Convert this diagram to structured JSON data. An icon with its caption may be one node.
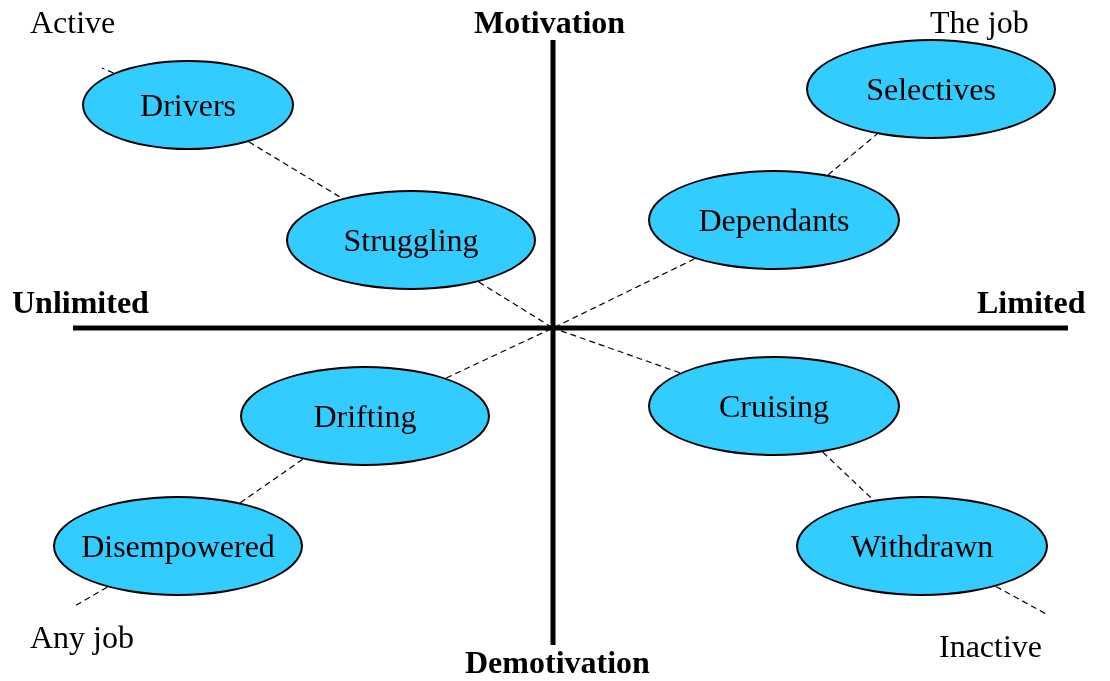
{
  "diagram": {
    "nodes": [
      {
        "text": [
          "Drivers"
        ]
      },
      {
        "text": [
          "Struggling"
        ]
      },
      {
        "text": [
          "Selectives"
        ]
      },
      {
        "text": [
          "Dependants"
        ]
      },
      {
        "text": [
          "Drifting"
        ]
      },
      {
        "text": [
          "Disempowered"
        ]
      },
      {
        "text": [
          "Cruising"
        ]
      },
      {
        "text": [
          "Withdrawn"
        ]
      }
    ],
    "edges": [
      {
        "from": 0,
        "to": 1,
        "arrow": "none",
        "style": "dashed"
      },
      {
        "from": 1,
        "to": null,
        "arrow": "none",
        "style": "dashed"
      },
      {
        "from": 0,
        "to": null,
        "arrow": "none",
        "style": "dashed"
      },
      {
        "from": 3,
        "to": 2,
        "arrow": "none",
        "style": "dashed"
      },
      {
        "from": 3,
        "to": null,
        "arrow": "none",
        "style": "dashed"
      },
      {
        "from": 4,
        "to": null,
        "arrow": "none",
        "style": "dashed"
      },
      {
        "from": 4,
        "to": 5,
        "arrow": "none",
        "style": "dashed"
      },
      {
        "from": 5,
        "to": null,
        "arrow": "none",
        "style": "dashed"
      },
      {
        "from": 6,
        "to": null,
        "arrow": "none",
        "style": "dashed"
      },
      {
        "from": 6,
        "to": 7,
        "arrow": "none",
        "style": "dashed"
      },
      {
        "from": 7,
        "to": null,
        "arrow": "none",
        "style": "dashed"
      }
    ],
    "labels": [
      "Active",
      "Motivation",
      "The job",
      "Unlimited",
      "Limited",
      "Any job",
      "Demotivation",
      "Inactive"
    ]
  }
}
